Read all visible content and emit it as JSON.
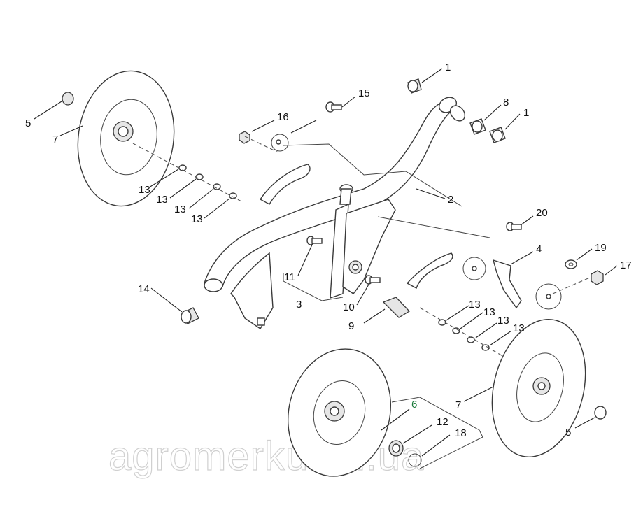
{
  "labels": {
    "l1a": "1",
    "l1b": "1",
    "l2": "2",
    "l3": "3",
    "l4": "4",
    "l5a": "5",
    "l5b": "5",
    "l6": "6",
    "l7a": "7",
    "l7b": "7",
    "l8": "8",
    "l9": "9",
    "l10": "10",
    "l11": "11",
    "l12": "12",
    "l13a": "13",
    "l13b": "13",
    "l13c": "13",
    "l13d": "13",
    "l13e": "13",
    "l13f": "13",
    "l13g": "13",
    "l13h": "13",
    "l14": "14",
    "l15": "15",
    "l16": "16",
    "l17": "17",
    "l18": "18",
    "l19": "19",
    "l20": "20"
  },
  "watermark": "agromerkur.in.ua",
  "colors": {
    "line": "#222222",
    "highlight_label": "#1a7a3a",
    "watermark": "#d0d0d0"
  }
}
